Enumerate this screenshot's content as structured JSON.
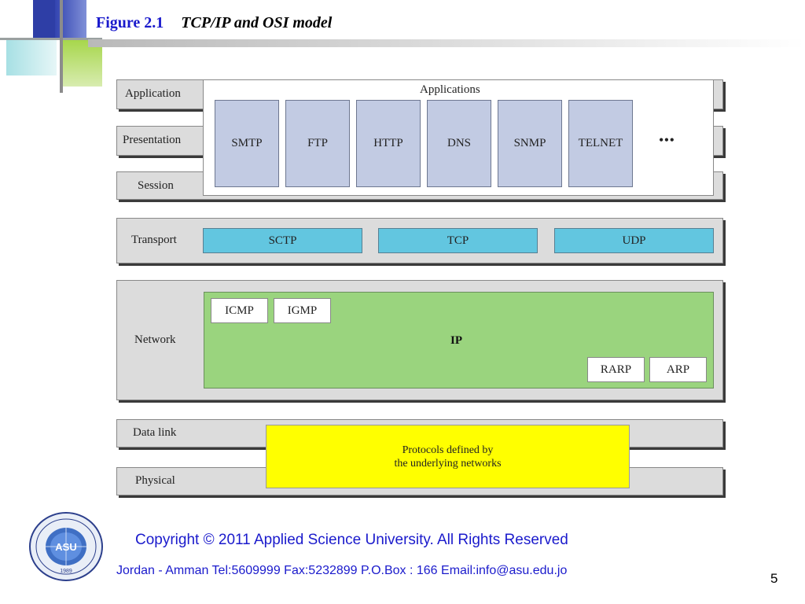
{
  "title": {
    "number": "Figure 2.1",
    "text": "TCP/IP and OSI model"
  },
  "osi_layers": {
    "application": "Application",
    "presentation": "Presentation",
    "session": "Session",
    "transport": "Transport",
    "network": "Network",
    "data_link": "Data link",
    "physical": "Physical"
  },
  "applications": {
    "header": "Applications",
    "protocols": [
      "SMTP",
      "FTP",
      "HTTP",
      "DNS",
      "SNMP",
      "TELNET"
    ],
    "more": "• • •"
  },
  "transport_protocols": [
    "SCTP",
    "TCP",
    "UDP"
  ],
  "network": {
    "ip_label": "IP",
    "top_protocols": [
      "ICMP",
      "IGMP"
    ],
    "bottom_protocols": [
      "RARP",
      "ARP"
    ]
  },
  "underlying": {
    "line1": "Protocols defined by",
    "line2": "the underlying networks"
  },
  "logo": {
    "text": "ASU",
    "year": "1989"
  },
  "footer": {
    "copyright": "Copyright  © 2011 Applied Science University. All Rights Reserved",
    "contact": "Jordan - Amman Tel:5609999 Fax:5232899 P.O.Box : 166   Email:info@asu.edu.jo"
  },
  "page_number": "5",
  "colors": {
    "title_blue": "#1a1acc",
    "layer_gray": "#dcdcdc",
    "app_proto": "#c2cbe3",
    "transport_proto": "#62c6e0",
    "ip_green": "#9ad47e",
    "underlying_yellow": "#ffff00"
  }
}
